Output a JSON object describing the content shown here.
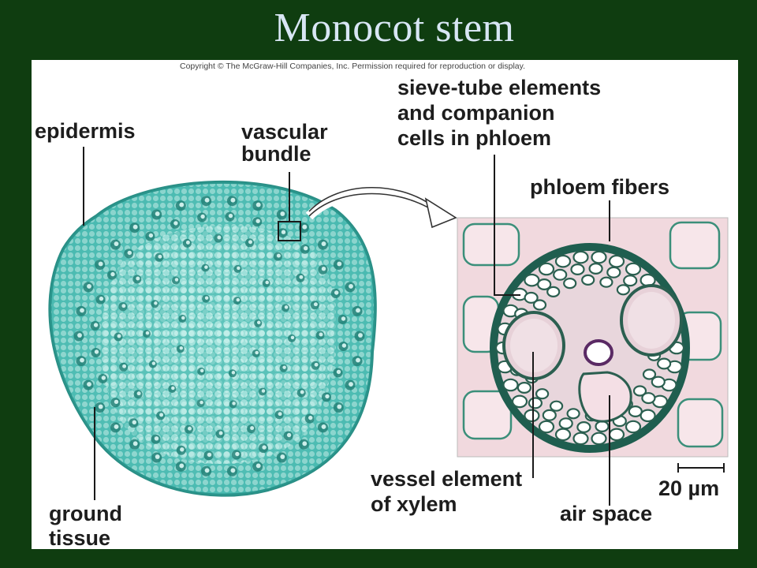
{
  "slide": {
    "title": "Monocot stem"
  },
  "figure": {
    "copyright": "Copyright © The McGraw-Hill Companies, Inc. Permission required for reproduction or display.",
    "labels": {
      "epidermis": "epidermis",
      "vascular_bundle_1": "vascular",
      "vascular_bundle_2": "bundle",
      "sieve_1": "sieve-tube elements",
      "sieve_2": "and companion",
      "sieve_3": "cells in phloem",
      "phloem_fibers": "phloem fibers",
      "vessel_1": "vessel element",
      "vessel_2": "of xylem",
      "air_space": "air space",
      "ground_1": "ground",
      "ground_2": "tissue",
      "scale": "20 µm"
    },
    "colors": {
      "background": "#0f3d10",
      "stem_tissue": "#3fb6ae",
      "bundle_stain": "#1f7d73",
      "micrograph_bg": "#f1d9de"
    }
  }
}
